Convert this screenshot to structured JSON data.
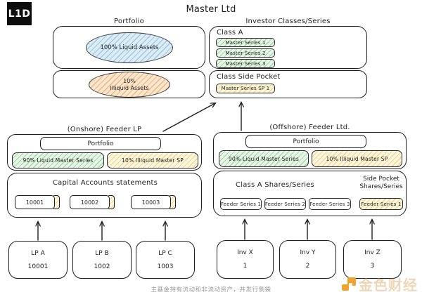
{
  "logo": {
    "text": "L1D"
  },
  "title": "Master Ltd",
  "master": {
    "portfolio_label": "Portfolio",
    "investor_label": "Investor Classes/Series",
    "liquid_ellipse": "100% Liquid Assets",
    "illiquid_line1": "10%",
    "illiquid_line2": "Illiquid Assets",
    "class_a_label": "Class A",
    "series": [
      "Master Series 1",
      "Master Series 2",
      "Master Series 3"
    ],
    "side_pocket_label": "Class Side Pocket",
    "sp_series": "Master Series SP 1"
  },
  "onshore": {
    "label": "(Onshore) Feeder LP",
    "portfolio_label": "Portfolio",
    "liquid": "90% Liquid Master Series",
    "illiquid": "10% Illiquid Master SP",
    "capital_heading": "Capital Accounts statements",
    "accounts": [
      "10001",
      "10002",
      "10003"
    ],
    "investors": [
      {
        "name": "LP A",
        "value": "10001"
      },
      {
        "name": "LP B",
        "value": "1002"
      },
      {
        "name": "LP C",
        "value": "1003"
      }
    ]
  },
  "offshore": {
    "label": "(Offshore) Feeder Ltd.",
    "portfolio_label": "Portfolio",
    "liquid": "90% Liquid Master Series",
    "illiquid": "10% Illiquid Master SP",
    "class_heading": "Class A Shares/Series",
    "side_pocket_heading": "Side Pocket Shares/Series",
    "series": [
      "Feeder Series 1",
      "Feeder Series 2",
      "Feeder Series 3"
    ],
    "sp_series": "Feeder Series 1",
    "investors": [
      {
        "name": "Inv X",
        "value": "1"
      },
      {
        "name": "Inv Y",
        "value": "2"
      },
      {
        "name": "Inv Z",
        "value": "3"
      }
    ]
  },
  "caption": "主基金持有流动和非流动资产，并发行侧袋",
  "watermark": {
    "text": "金色财经"
  },
  "colors": {
    "ink": "#1e1e1e",
    "liquid_blue": "#dcedf8",
    "illiquid_orange": "#fbe7d0",
    "series_green": "#e7f7e7",
    "side_pocket_yellow": "#fdf6da",
    "watermark_orange": "#f0a32f"
  }
}
